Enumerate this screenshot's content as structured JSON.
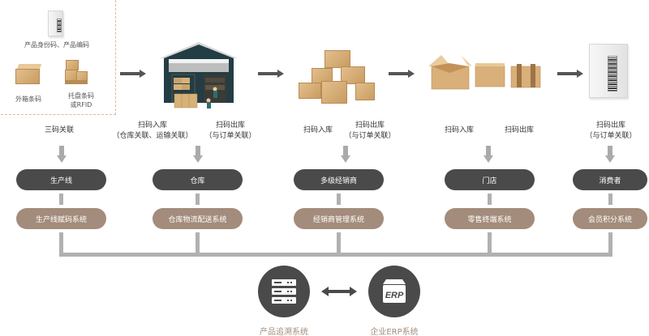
{
  "source": {
    "items": [
      {
        "label": "产品身份码、产品编码",
        "icon": "product-package-barcode-icon"
      },
      {
        "label": "外箱条码",
        "icon": "carton-box-icon"
      },
      {
        "label_lines": [
          "托盘条码",
          "或RFID"
        ],
        "icon": "pallet-boxes-icon"
      }
    ]
  },
  "illustrations": {
    "warehouse": "warehouse-icon",
    "distributor": "stacked-boxes-icon",
    "store": "open-boxes-icon",
    "consumer": "product-package-barcode-icon"
  },
  "steps": [
    {
      "labels": [
        {
          "lines": [
            "三码关联"
          ]
        }
      ],
      "node": "生产线",
      "system": "生产线赋码系统"
    },
    {
      "labels": [
        {
          "lines": [
            "扫码入库",
            "（仓库关联、运输关联）"
          ]
        },
        {
          "lines": [
            "扫码出库",
            "（与订单关联）"
          ]
        }
      ],
      "node": "仓库",
      "system": "仓库物流配送系统"
    },
    {
      "labels": [
        {
          "lines": [
            "扫码入库"
          ]
        },
        {
          "lines": [
            "扫码出库",
            "（与订单关联）"
          ]
        }
      ],
      "node": "多级经销商",
      "system": "经销商管理系统"
    },
    {
      "labels": [
        {
          "lines": [
            "扫码入库"
          ]
        },
        {
          "lines": [
            "扫码出库"
          ]
        }
      ],
      "node": "门店",
      "system": "零售终端系统"
    },
    {
      "labels": [
        {
          "lines": [
            "扫码出库",
            "（与订单关联）"
          ]
        }
      ],
      "node": "消费者",
      "system": "会员积分系统"
    }
  ],
  "bottom": {
    "left": {
      "label": "产品追溯系统",
      "icon": "server-stack-icon"
    },
    "right": {
      "label": "企业ERP系统",
      "icon": "erp-box-icon",
      "badge": "ERP"
    },
    "link": "bidirectional-arrow-icon"
  },
  "colors": {
    "node_dark": "#4a4a4a",
    "system_brown": "#a38c7b",
    "connector_gray": "#b1b1b1",
    "arrow_dark": "#555555",
    "dashed_border": "#d7b9a4"
  }
}
